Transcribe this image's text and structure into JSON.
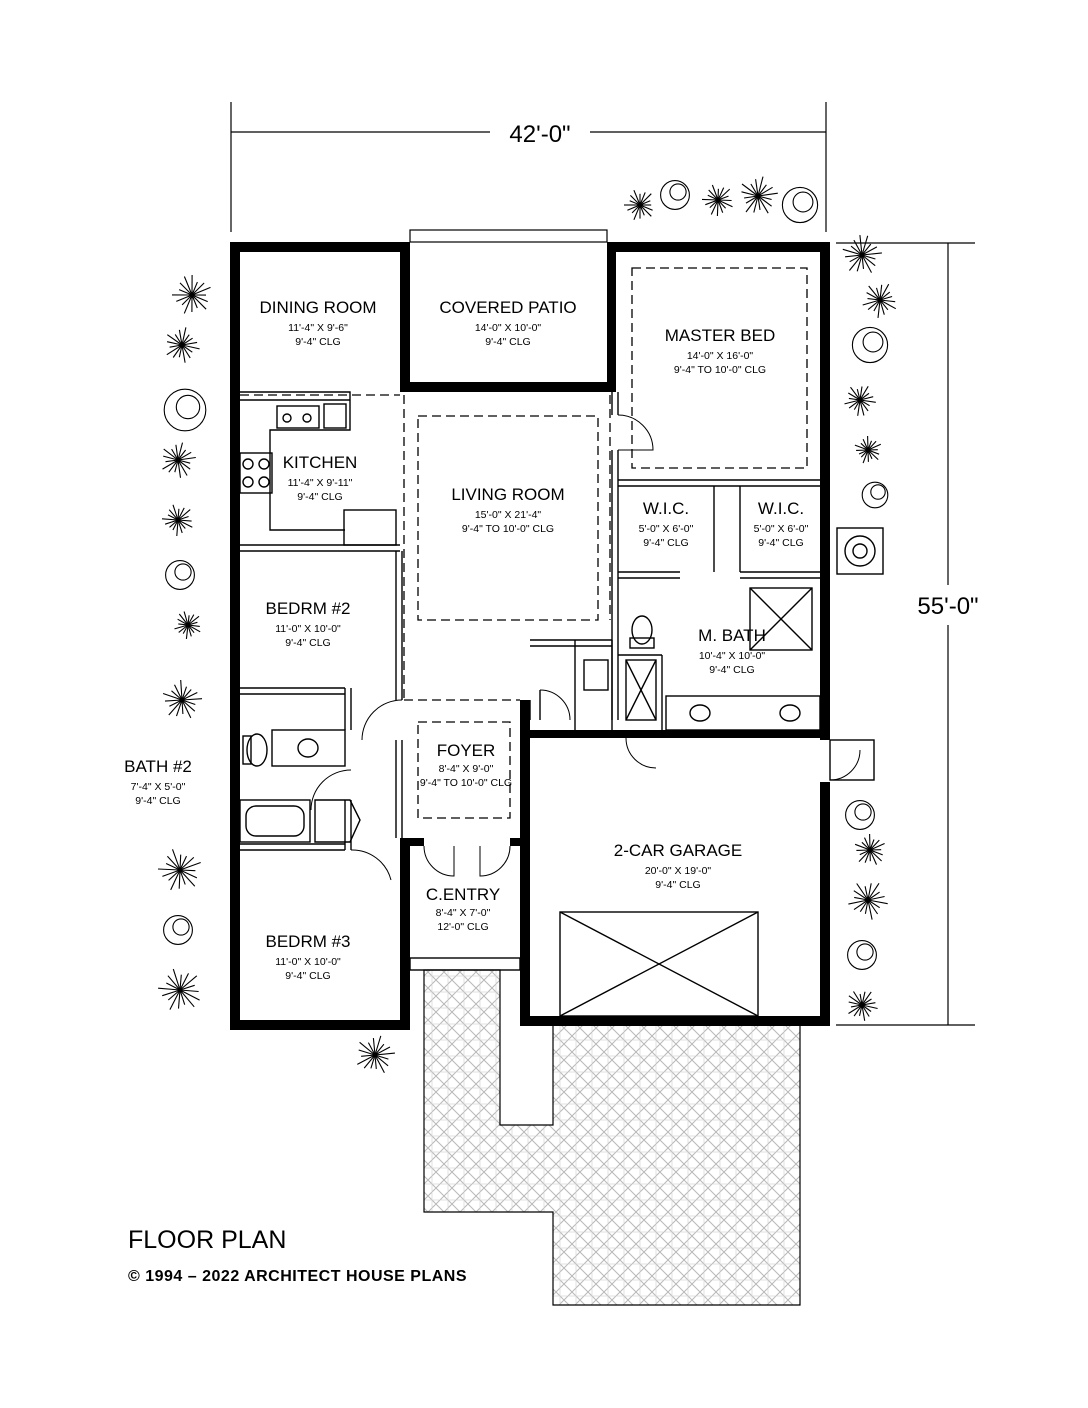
{
  "plan": {
    "width_dim": "42'-0\"",
    "depth_dim": "55'-0\"",
    "title": "FLOOR PLAN",
    "copyright": "© 1994 – 2022 ARCHITECT HOUSE PLANS"
  },
  "rooms": {
    "dining": {
      "name": "DINING ROOM",
      "size": "11'-4\" X 9'-6\"",
      "ceiling": "9'-4\" CLG"
    },
    "patio": {
      "name": "COVERED PATIO",
      "size": "14'-0\" X 10'-0\"",
      "ceiling": "9'-4\" CLG"
    },
    "master": {
      "name": "MASTER BED",
      "size": "14'-0\" X 16'-0\"",
      "ceiling": "9'-4\" TO 10'-0\" CLG"
    },
    "kitchen": {
      "name": "KITCHEN",
      "size": "11'-4\" X 9'-11\"",
      "ceiling": "9'-4\" CLG"
    },
    "living": {
      "name": "LIVING ROOM",
      "size": "15'-0\" X 21'-4\"",
      "ceiling": "9'-4\" TO 10'-0\" CLG"
    },
    "wic1": {
      "name": "W.I.C.",
      "size": "5'-0\" X 6'-0\"",
      "ceiling": "9'-4\" CLG"
    },
    "wic2": {
      "name": "W.I.C.",
      "size": "5'-0\" X 6'-0\"",
      "ceiling": "9'-4\" CLG"
    },
    "bed2": {
      "name": "BEDRM #2",
      "size": "11'-0\" X 10'-0\"",
      "ceiling": "9'-4\" CLG"
    },
    "mbath": {
      "name": "M. BATH",
      "size": "10'-4\" X 10'-0\"",
      "ceiling": "9'-4\" CLG"
    },
    "bath2": {
      "name": "BATH #2",
      "size": "7'-4\" X 5'-0\"",
      "ceiling": "9'-4\" CLG"
    },
    "foyer": {
      "name": "FOYER",
      "size": "8'-4\" X 9'-0\"",
      "ceiling": "9'-4\" TO 10'-0\" CLG"
    },
    "garage": {
      "name": "2-CAR GARAGE",
      "size": "20'-0\" X 19'-0\"",
      "ceiling": "9'-4\" CLG"
    },
    "centry": {
      "name": "C.ENTRY",
      "size": "8'-4\" X 7'-0\"",
      "ceiling": "12'-0\" CLG"
    },
    "bed3": {
      "name": "BEDRM #3",
      "size": "11'-0\" X 10'-0\"",
      "ceiling": "9'-4\" CLG"
    }
  }
}
